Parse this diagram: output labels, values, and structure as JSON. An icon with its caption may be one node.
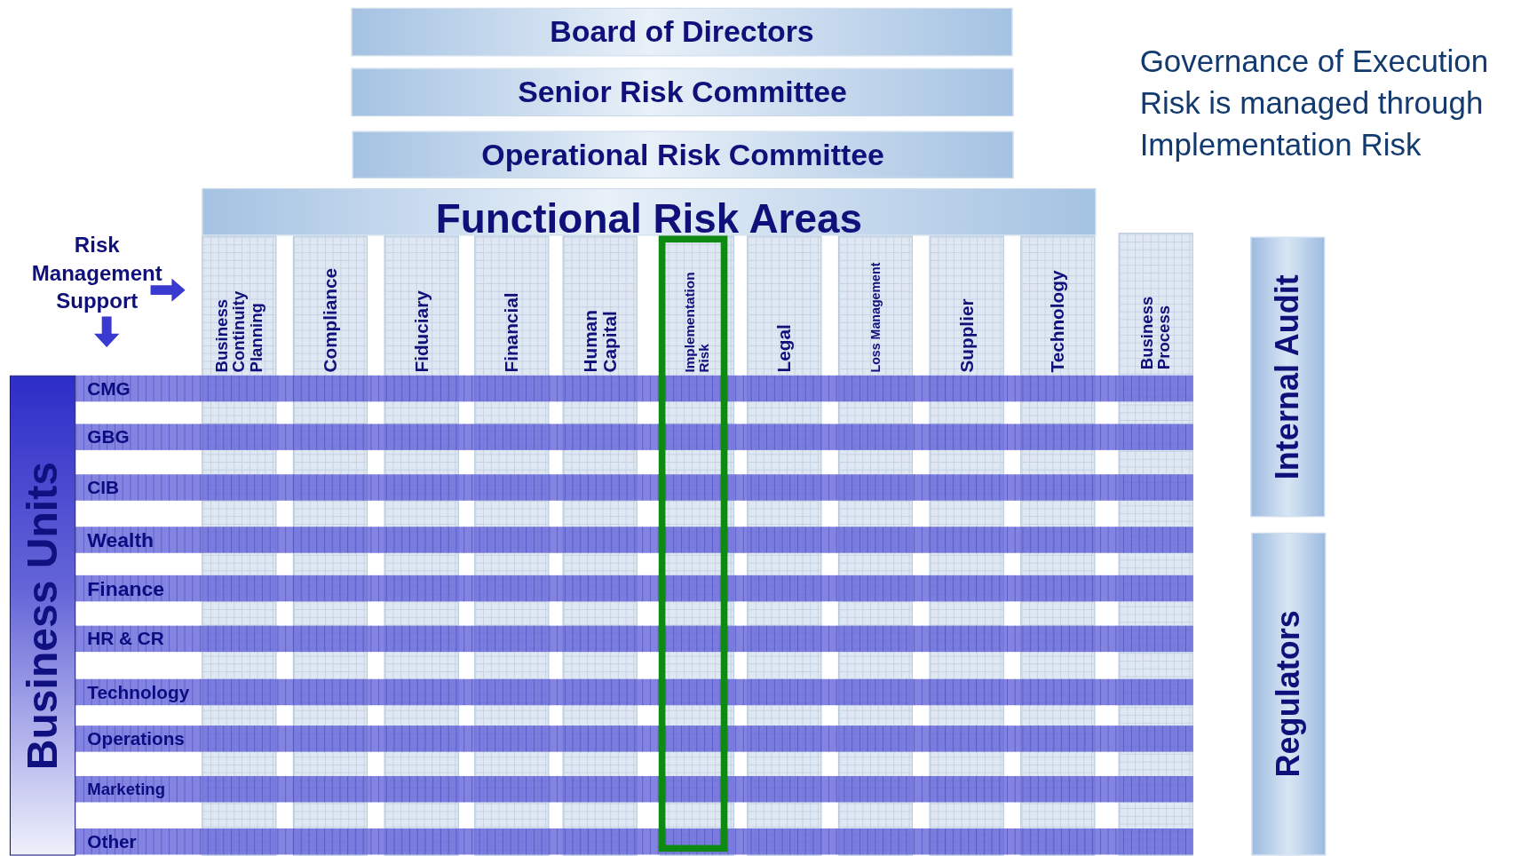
{
  "diagram": {
    "nodes": [
      {
        "text": [
          "Board of Directors"
        ]
      },
      {
        "text": [
          "Senior Risk Committee"
        ]
      },
      {
        "text": [
          "Operational Risk Committee"
        ]
      },
      {
        "text": [
          "Functional Risk Areas"
        ]
      },
      {
        "text": [
          "Business Continuity Planning"
        ]
      },
      {
        "text": [
          "Compliance"
        ]
      },
      {
        "text": [
          "Fiduciary"
        ]
      },
      {
        "text": [
          "Financial"
        ]
      },
      {
        "text": [
          "Human Capital"
        ]
      },
      {
        "text": [
          "Implementation Risk"
        ]
      },
      {
        "text": [
          "Legal"
        ]
      },
      {
        "text": [
          "Loss Management"
        ]
      },
      {
        "text": [
          "Supplier"
        ]
      },
      {
        "text": [
          "Technology"
        ]
      },
      {
        "text": [
          "Business Process"
        ]
      },
      {
        "text": [
          "Business Units"
        ]
      },
      {
        "text": [
          "CMG"
        ]
      },
      {
        "text": [
          "GBG"
        ]
      },
      {
        "text": [
          "CIB"
        ]
      },
      {
        "text": [
          "Wealth"
        ]
      },
      {
        "text": [
          "Finance"
        ]
      },
      {
        "text": [
          "HR & CR"
        ]
      },
      {
        "text": [
          "Technology"
        ]
      },
      {
        "text": [
          "Operations"
        ]
      },
      {
        "text": [
          "Marketing"
        ]
      },
      {
        "text": [
          "Other"
        ]
      },
      {
        "text": [
          "Internal Audit"
        ]
      },
      {
        "text": [
          "Regulators"
        ]
      }
    ],
    "labels": [
      "Governance of Execution Risk is managed through Implementation Risk",
      "Risk Management Support"
    ]
  }
}
